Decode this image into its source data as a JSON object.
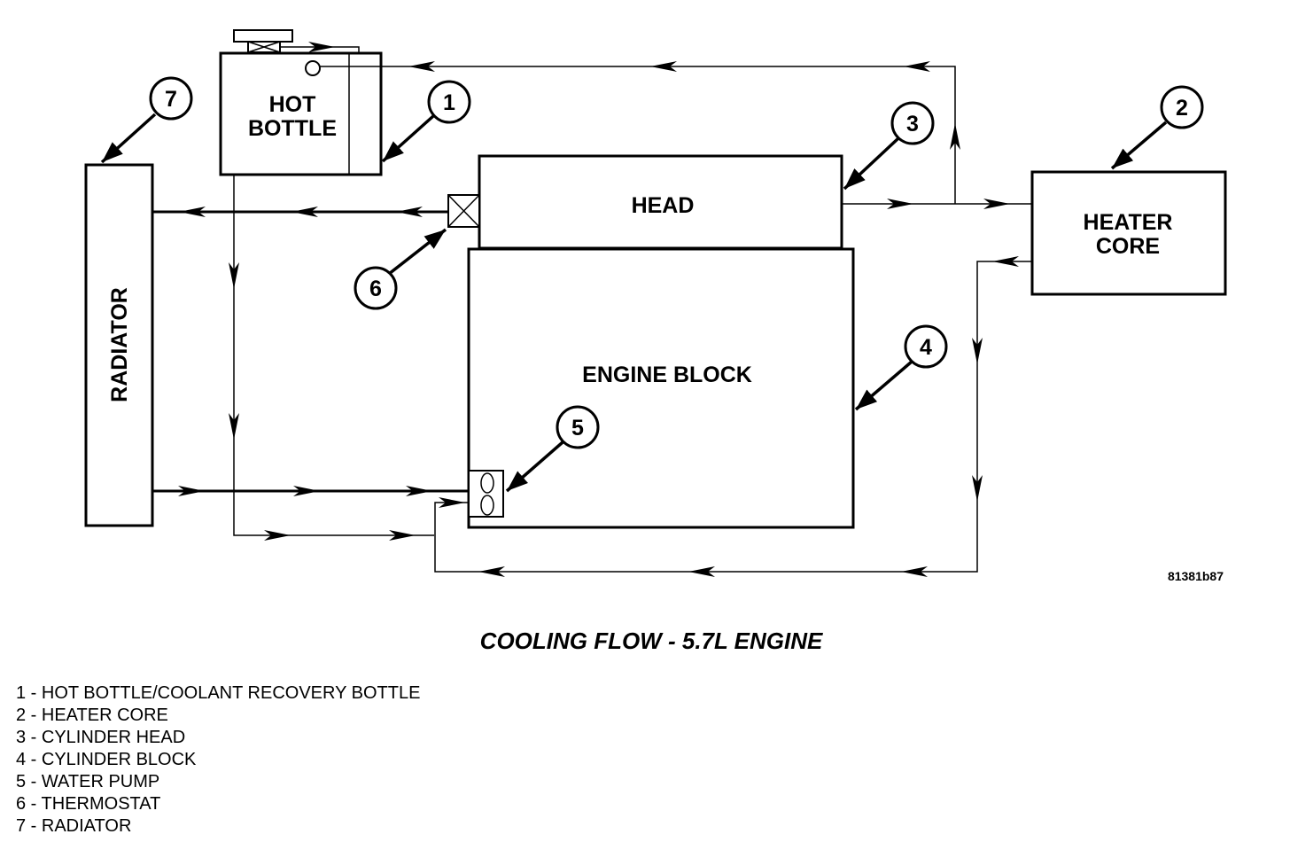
{
  "components": {
    "hot_bottle_line1": "HOT",
    "hot_bottle_line2": "BOTTLE",
    "head": "HEAD",
    "engine_block": "ENGINE BLOCK",
    "heater_core_line1": "HEATER",
    "heater_core_line2": "CORE",
    "radiator": "RADIATOR"
  },
  "callouts": [
    "1",
    "2",
    "3",
    "4",
    "5",
    "6",
    "7"
  ],
  "figure_id": "81381b87",
  "caption": "COOLING FLOW - 5.7L ENGINE",
  "legend": [
    "1 - HOT BOTTLE/COOLANT RECOVERY BOTTLE",
    "2 - HEATER CORE",
    "3 - CYLINDER HEAD",
    "4 - CYLINDER BLOCK",
    "5 - WATER PUMP",
    "6 - THERMOSTAT",
    "7 - RADIATOR"
  ]
}
